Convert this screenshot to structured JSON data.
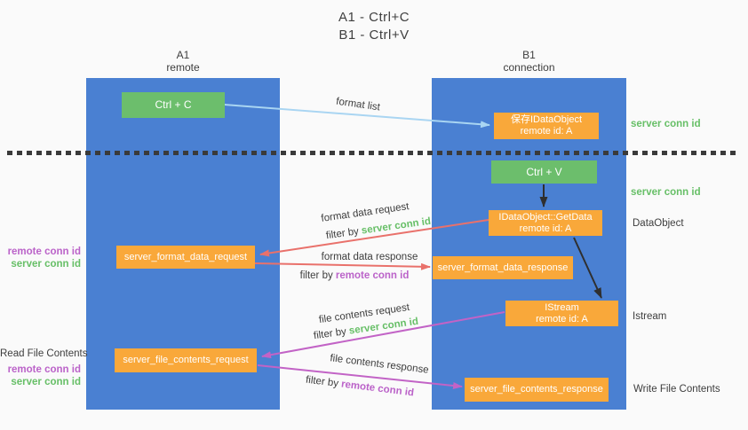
{
  "title": {
    "line1": "A1 - Ctrl+C",
    "line2": "B1 - Ctrl+V"
  },
  "lanes": {
    "a1": {
      "name": "A1",
      "subtitle": "remote"
    },
    "b1": {
      "name": "B1",
      "subtitle": "connection"
    }
  },
  "nodes": {
    "ctrl_c": {
      "label": "Ctrl + C"
    },
    "save_idataobject": {
      "line1": "保存IDataObject",
      "line2": "remote id: A"
    },
    "ctrl_v": {
      "label": "Ctrl + V"
    },
    "getdata": {
      "line1": "IDataObject::GetData",
      "line2": "remote id: A"
    },
    "format_request": {
      "label": "server_format_data_request"
    },
    "format_response": {
      "label": "server_format_data_response"
    },
    "istream": {
      "line1": "IStream",
      "line2": "remote id: A"
    },
    "file_request": {
      "label": "server_file_contents_request"
    },
    "file_response": {
      "label": "server_file_contents_response"
    }
  },
  "side_labels": {
    "right_server_conn_1": "server conn id",
    "right_server_conn_2": "server conn id",
    "dataobject": "DataObject",
    "istream": "Istream",
    "write_file_contents": "Write File Contents",
    "left_remote_conn_1": "remote conn id",
    "left_server_conn_1": "server conn id",
    "read_file_contents": "Read File Contents",
    "left_remote_conn_2": "remote conn id",
    "left_server_conn_2": "server conn id"
  },
  "flow_labels": {
    "format_list": "format list",
    "format_data_request": "format data request",
    "filter_server_1": {
      "prefix": "filter by ",
      "id": "server conn id"
    },
    "format_data_response": "format data response",
    "filter_remote_1": {
      "prefix": "filter by ",
      "id": "remote conn id"
    },
    "file_contents_request": "file contents request",
    "filter_server_2": {
      "prefix": "filter by ",
      "id": "server conn id"
    },
    "file_contents_response": "file contents response",
    "filter_remote_2": {
      "prefix": "filter by ",
      "id": "remote conn id"
    }
  },
  "colors": {
    "lane_blue": "#4a80d2",
    "node_green": "#6cbe6c",
    "node_orange": "#f9a83a",
    "text_green": "#67bf67",
    "text_purple": "#bb63c9",
    "arrow_red": "#e9716b",
    "arrow_magenta": "#c263c6",
    "arrow_blue": "#a9d5f2",
    "arrow_black": "#2f2f2f"
  }
}
